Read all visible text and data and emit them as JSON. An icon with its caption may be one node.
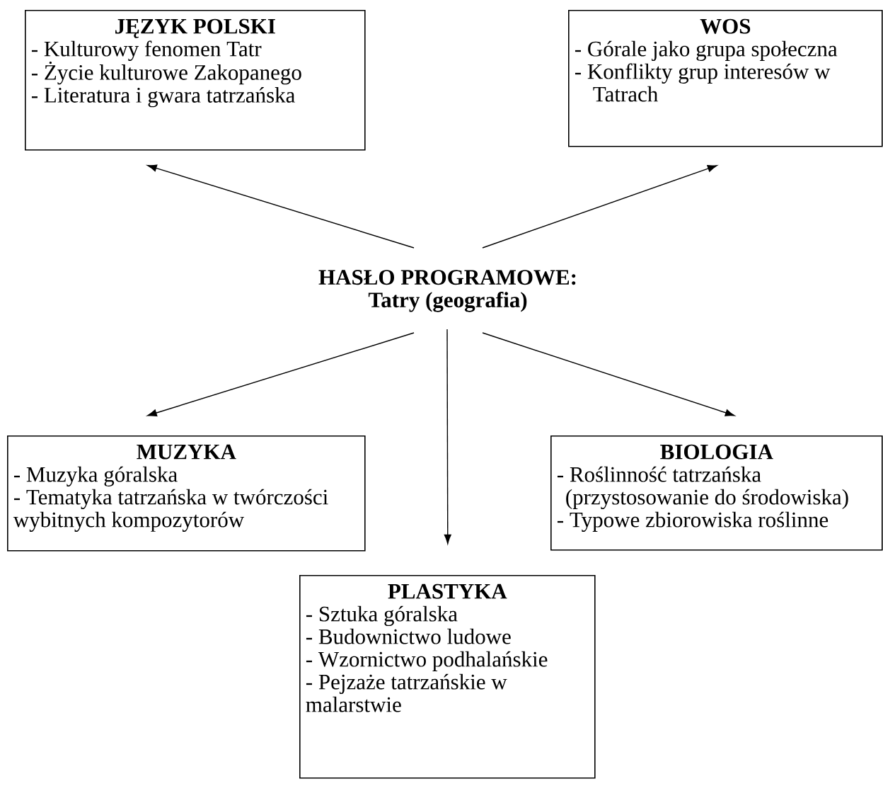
{
  "diagram": {
    "nodes": [
      {
        "text": [
          "JĘZYK POLSKI",
          "- Kulturowy fenomen Tatr",
          "- Życie kulturowe Zakopanego",
          "- Literatura i gwara tatrzańska"
        ]
      },
      {
        "text": [
          "WOS",
          "- Górale jako grupa społeczna",
          "- Konflikty grup interesów w Tatrach"
        ]
      },
      {
        "text": [
          "HASŁO PROGRAMOWE:",
          "Tatry (geografia)"
        ]
      },
      {
        "text": [
          "MUZYKA",
          "- Muzyka góralska",
          "- Tematyka tatrzańska w twórczości wybitnych kompozytorów"
        ]
      },
      {
        "text": [
          "BIOLOGIA",
          "- Roślinność tatrzańska (przystosowanie do środowiska)",
          "- Typowe zbiorowiska roślinne"
        ]
      },
      {
        "text": [
          "PLASTYKA",
          "- Sztuka góralska",
          "- Budownictwo ludowe",
          "- Wzornictwo podhalańskie",
          "- Pejzaże tatrzańskie w malarstwie"
        ]
      }
    ],
    "edges": [
      {
        "from": 2,
        "to": 0,
        "arrow": "to"
      },
      {
        "from": 2,
        "to": 1,
        "arrow": "to"
      },
      {
        "from": 2,
        "to": 3,
        "arrow": "to"
      },
      {
        "from": 2,
        "to": 4,
        "arrow": "to"
      },
      {
        "from": 2,
        "to": 5,
        "arrow": "to"
      }
    ]
  }
}
